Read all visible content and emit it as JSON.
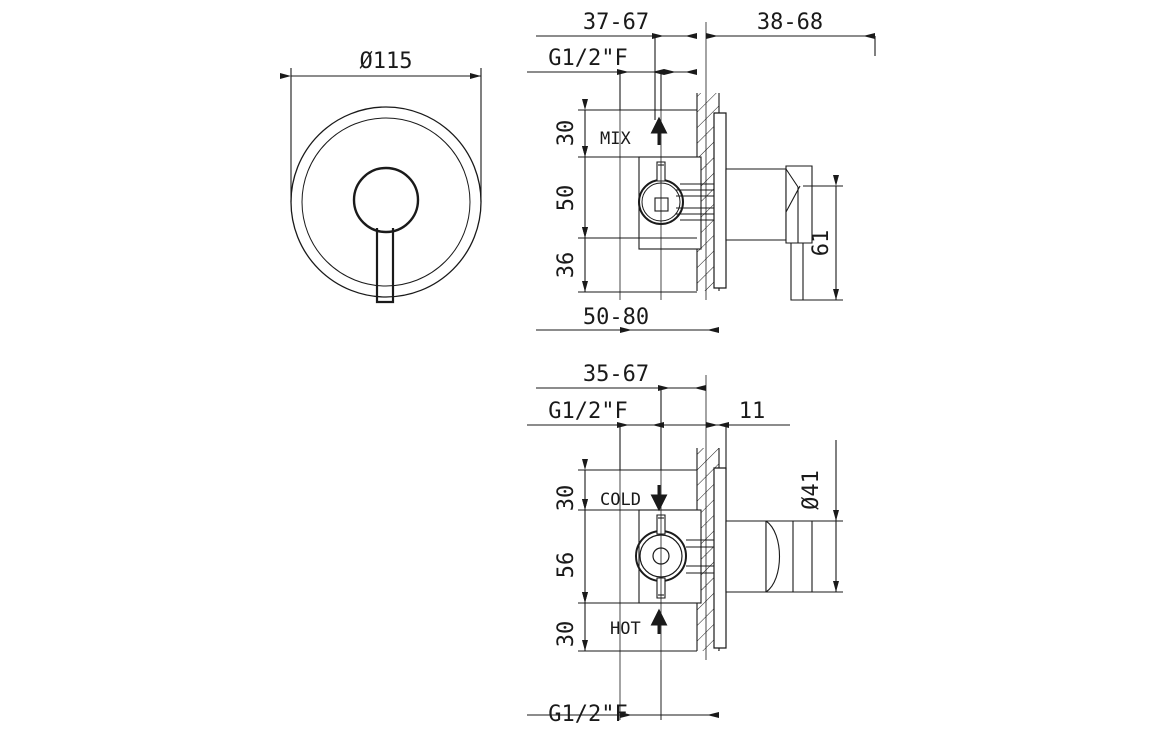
{
  "drawing": {
    "title": "Concealed shower mixer valve — technical dimension drawing",
    "units": "mm",
    "line_color": "#1a1a1a",
    "background_color": "#ffffff"
  },
  "front_view": {
    "name": "Round escutcheon front view",
    "diameter_label": "Ø115",
    "plate_diameter_mm": 115,
    "handle_ring_label": "",
    "has_lever": true
  },
  "upper_view": {
    "name": "Mixer valve side section (MIX)",
    "dimensions": {
      "top_outer": "37-67",
      "top_right": "38-68",
      "thread_top": "G1/2\"F",
      "bottom_outer": "50-80",
      "handle_projection": "61",
      "vertical": [
        "30",
        "50",
        "36"
      ]
    },
    "flow_labels": [
      {
        "text": "MIX",
        "arrow": "up"
      }
    ]
  },
  "lower_view": {
    "name": "Stop valve side section (COLD / HOT)",
    "dimensions": {
      "top_outer": "35-67",
      "top_right": "11",
      "thread_top": "G1/2\"F",
      "thread_bottom": "G1/2\"F",
      "handle_diameter": "Ø41",
      "vertical": [
        "30",
        "56",
        "30"
      ]
    },
    "flow_labels": [
      {
        "text": "COLD",
        "arrow": "down"
      },
      {
        "text": "HOT",
        "arrow": "up"
      }
    ]
  }
}
